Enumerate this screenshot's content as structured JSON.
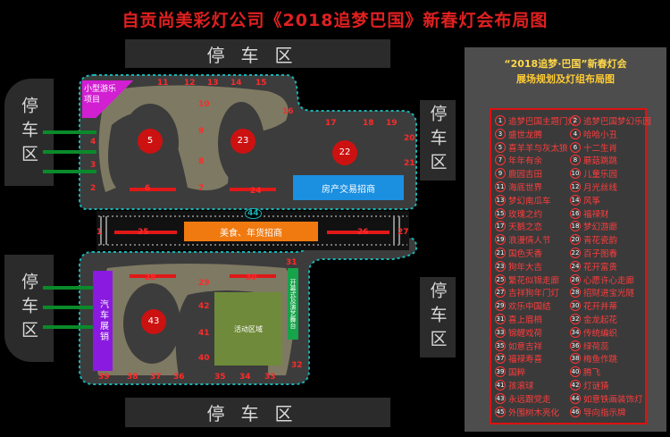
{
  "title": "自贡尚美彩灯公司《2018追梦巴国》新春灯会布局图",
  "parking": {
    "top": "停车区",
    "bottom": "停车区",
    "left_upper": "停车区",
    "left_lower": "停车区",
    "right_upper": "停车区",
    "right_lower": "停车区"
  },
  "zones": {
    "kids": "小型游乐项目",
    "realestate": "房产交易招商",
    "food": "美食、年货招商",
    "car": "汽车展销",
    "activity": "活动区域",
    "stage": "开幕式及演艺舞台"
  },
  "panel": {
    "line1": "“2018追梦·巴国”新春灯会",
    "line2": "展场规划及灯组布局图"
  },
  "legend_left": [
    {
      "n": "1",
      "label": "追梦巴国主题门灯"
    },
    {
      "n": "3",
      "label": "盛世龙腾"
    },
    {
      "n": "5",
      "label": "喜羊羊与灰太狼"
    },
    {
      "n": "7",
      "label": "年年有余"
    },
    {
      "n": "9",
      "label": "鹿园吉田"
    },
    {
      "n": "11",
      "label": "海底世界"
    },
    {
      "n": "13",
      "label": "梦幻南瓜车"
    },
    {
      "n": "15",
      "label": "玫瑰之约"
    },
    {
      "n": "17",
      "label": "天鹅之恋"
    },
    {
      "n": "19",
      "label": "浪漫情人节"
    },
    {
      "n": "21",
      "label": "国色天香"
    },
    {
      "n": "23",
      "label": "狗年大吉"
    },
    {
      "n": "25",
      "label": "繁花似锦走廊"
    },
    {
      "n": "27",
      "label": "吉祥狗年门灯"
    },
    {
      "n": "29",
      "label": "欢乐中国结"
    },
    {
      "n": "31",
      "label": "喜上眉梢"
    },
    {
      "n": "33",
      "label": "锦鲤戏荷"
    },
    {
      "n": "35",
      "label": "如意吉祥"
    },
    {
      "n": "37",
      "label": "福禄寿喜"
    },
    {
      "n": "39",
      "label": "国粹"
    },
    {
      "n": "41",
      "label": "孩滚球"
    },
    {
      "n": "43",
      "label": "永远跟党走"
    },
    {
      "n": "45",
      "label": "外围树木亮化"
    }
  ],
  "legend_right": [
    {
      "n": "2",
      "label": "追梦巴国梦幻乐园"
    },
    {
      "n": "4",
      "label": "哈哈小丑"
    },
    {
      "n": "6",
      "label": "十二生肖"
    },
    {
      "n": "8",
      "label": "蘑菇跳跳"
    },
    {
      "n": "10",
      "label": "儿童乐园"
    },
    {
      "n": "12",
      "label": "月光丝线"
    },
    {
      "n": "14",
      "label": "风筝"
    },
    {
      "n": "16",
      "label": "福禄财"
    },
    {
      "n": "18",
      "label": "梦幻游廊"
    },
    {
      "n": "20",
      "label": "青花瓷韵"
    },
    {
      "n": "22",
      "label": "百子图春"
    },
    {
      "n": "24",
      "label": "花开富贵"
    },
    {
      "n": "26",
      "label": "心愿许心走廊"
    },
    {
      "n": "28",
      "label": "招财进宝光隧"
    },
    {
      "n": "30",
      "label": "花开并蒂"
    },
    {
      "n": "32",
      "label": "金龙起花"
    },
    {
      "n": "34",
      "label": "传统编织"
    },
    {
      "n": "36",
      "label": "绿荷蕊"
    },
    {
      "n": "38",
      "label": "梅鱼作跳"
    },
    {
      "n": "40",
      "label": "腾飞"
    },
    {
      "n": "42",
      "label": "灯谜猜"
    },
    {
      "n": "44",
      "label": "如意铁画装饰灯"
    },
    {
      "n": "46",
      "label": "导向指示牌"
    }
  ],
  "map_numbers": {
    "big": [
      "5",
      "23",
      "22",
      "43"
    ],
    "small": [
      "1",
      "2",
      "3",
      "4",
      "6",
      "7",
      "8",
      "9",
      "10",
      "11",
      "12",
      "13",
      "14",
      "15",
      "16",
      "17",
      "18",
      "19",
      "20",
      "21",
      "24",
      "25",
      "26",
      "27",
      "28",
      "29",
      "30",
      "31",
      "32",
      "33",
      "34",
      "35",
      "36",
      "37",
      "38",
      "39",
      "40",
      "41",
      "42",
      "44"
    ]
  }
}
